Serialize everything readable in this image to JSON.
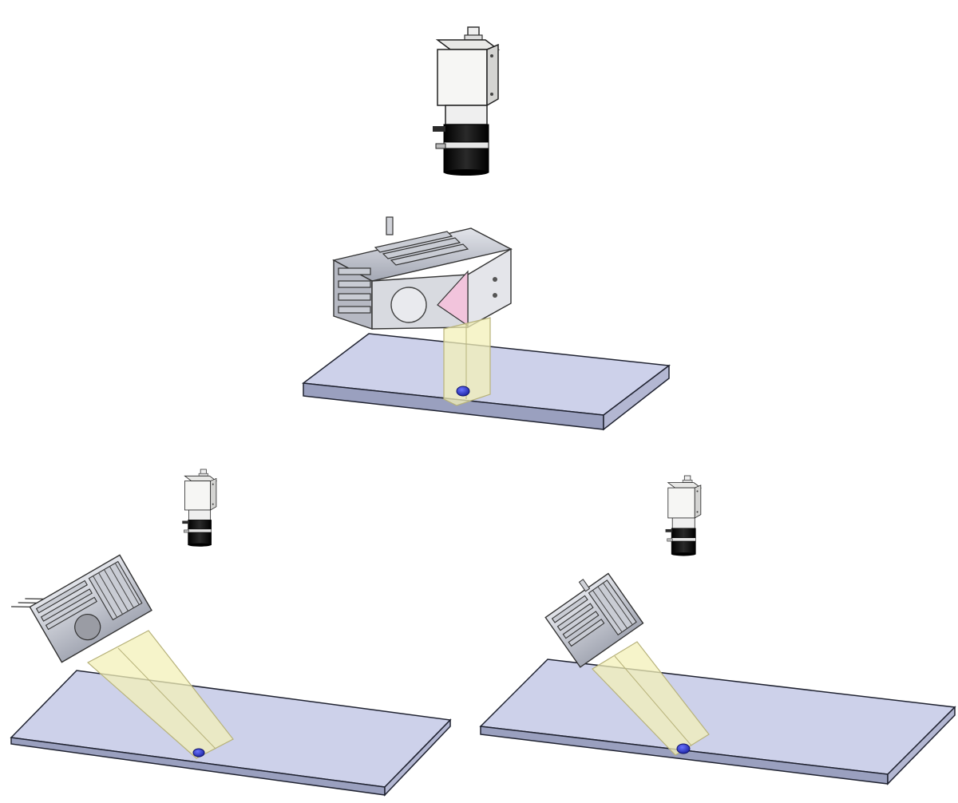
{
  "figure": {
    "kind": "cad-illustration",
    "panels": [
      "top-vertical-illumination",
      "bottom-left-tilted-illumination",
      "bottom-right-tilted-illumination"
    ],
    "elements": [
      "camera",
      "light-housing",
      "light-beam",
      "plate",
      "sample-droplet"
    ]
  },
  "colors": {
    "background": "#ffffff",
    "plate_top": "#cdd1ea",
    "plate_side": "#9aa0bf",
    "beam_fill": "#f3f0b8",
    "beam_stroke": "#b7b27a",
    "droplet": "#2a35c8",
    "camera_body": "#f4f4f2",
    "camera_lens": "#111111",
    "housing_metal": "#c7cad2",
    "housing_dark": "#6e7280",
    "mirror_pink": "#f2c4dc"
  }
}
